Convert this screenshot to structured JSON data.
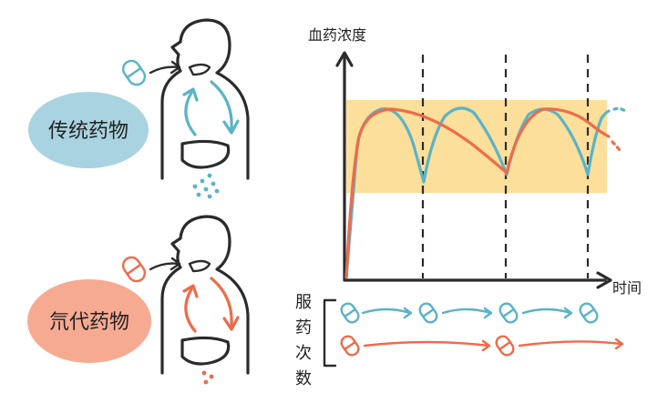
{
  "labels": {
    "traditional": "传统药物",
    "next_gen": "氘代药物",
    "y_axis": "血药浓度",
    "x_axis": "时间",
    "doses_chars": [
      "服",
      "药",
      "次",
      "数"
    ]
  },
  "colors": {
    "traditional": "#5ab3c7",
    "next_gen": "#ee6b4a",
    "bubble_traditional": "#a9d3e0",
    "bubble_next_gen": "#f7aa92",
    "therapeutic_band": "#fbdf9a",
    "ink": "#2b2b2b"
  },
  "icons": {
    "pill": "capsule-pill-icon",
    "arrow": "arrow-right-icon",
    "person": "human-silhouette-icon",
    "liver": "liver-organ-icon",
    "gut": "digestion-cycle-arrows-icon"
  },
  "doses": {
    "traditional_count": 4,
    "next_gen_count": 2
  }
}
